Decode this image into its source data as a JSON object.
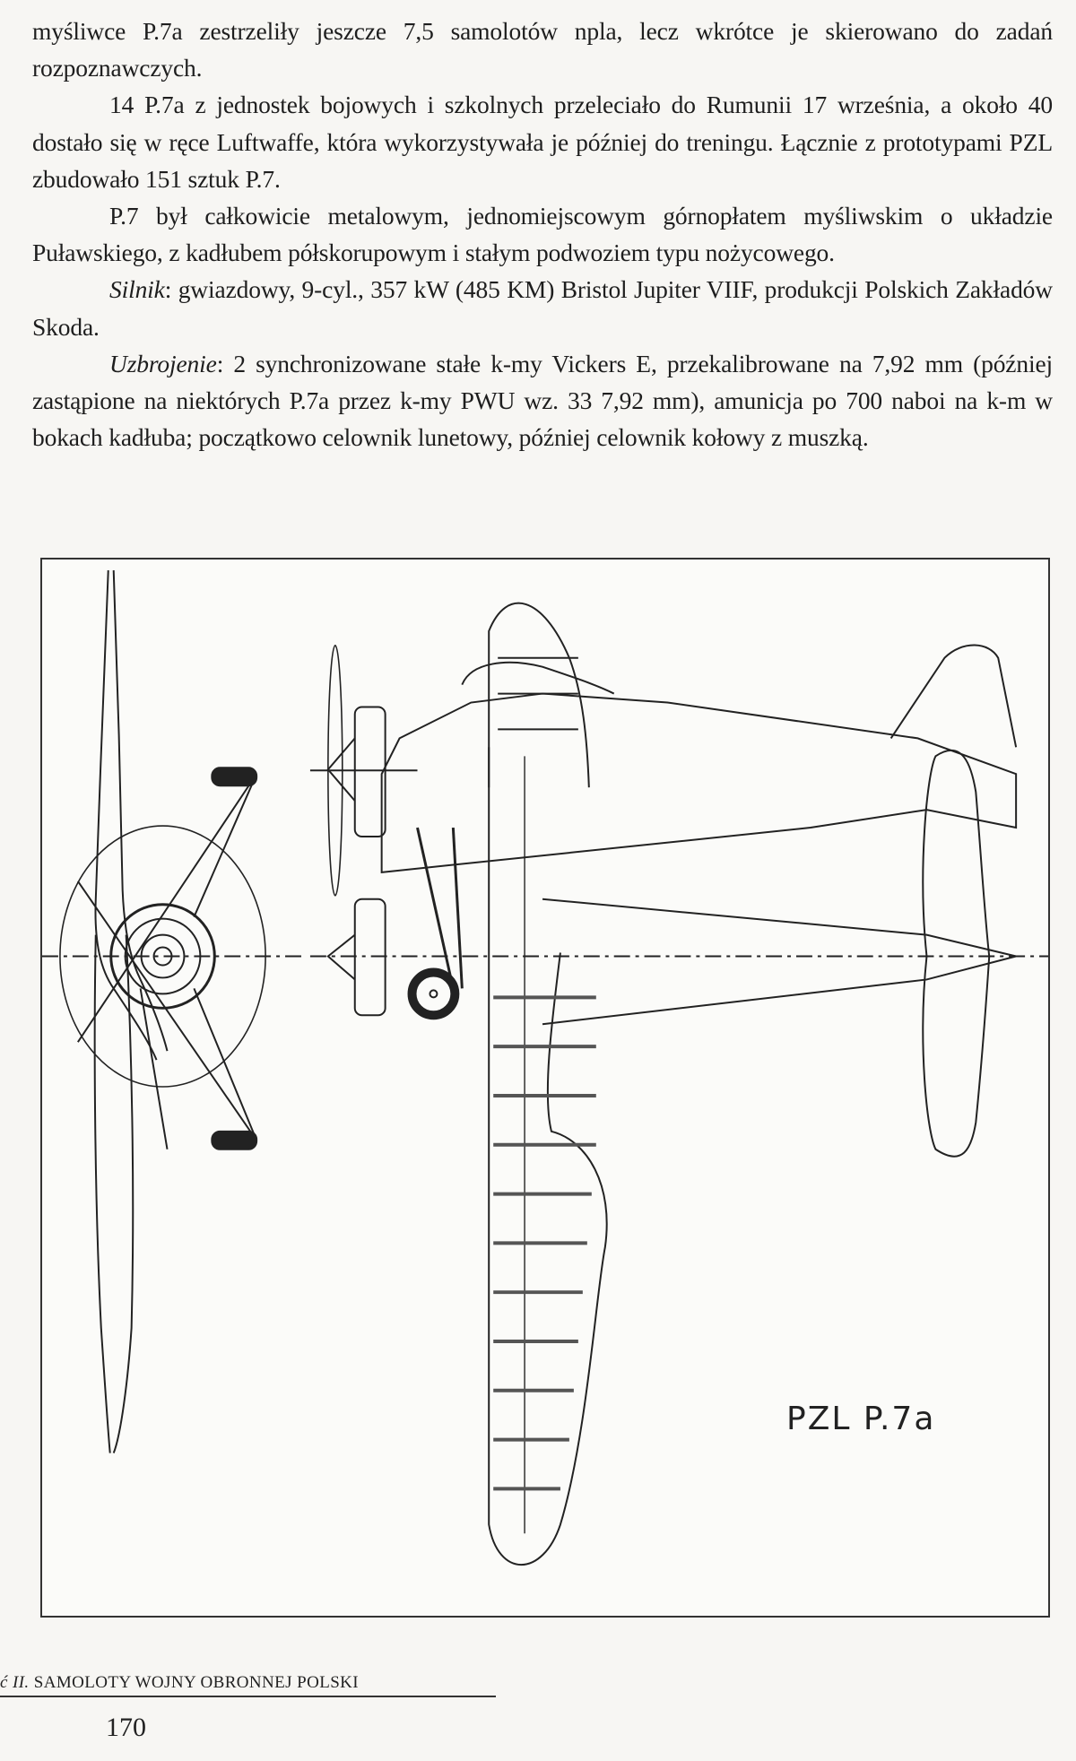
{
  "body": {
    "paragraphs": [
      {
        "text": "myśliwce P.7a zestrzeliły jeszcze 7,5 samolotów npla, lecz wkrótce je skierowano do zadań rozpoznawczych."
      },
      {
        "text": "14 P.7a z jednostek bojowych i szkolnych przeleciało do Rumunii 17 września, a około 40 dostało się w ręce Luftwaffe, która wykorzystywała je później do treningu. Łącznie z prototypami PZL zbudowało 151 sztuk P.7."
      },
      {
        "text": "P.7 był całkowicie metalowym, jednomiejscowym górnopłatem myśliwskim o układzie Puławskiego, z kadłubem półskorupowym i stałym podwoziem typu nożycowego."
      },
      {
        "label": "Silnik",
        "text": ": gwiazdowy, 9-cyl., 357 kW (485 KM) Bristol Jupiter VIIF, produkcji Polskich Zakładów Skoda."
      },
      {
        "label": "Uzbrojenie",
        "text": ": 2 synchronizowane stałe k-my Vickers E, przekalibrowane na 7,92 mm (później zastąpione na niektórych P.7a przez k-my PWU wz. 33  7,92 mm), amunicja po 700 naboi na k-m w bokach kadłuba; początkowo celownik lunetowy, później celownik kołowy z muszką."
      }
    ]
  },
  "figure": {
    "caption": "PZL P.7a",
    "views": [
      "front-view",
      "side-view",
      "top-view"
    ]
  },
  "footer": {
    "running_head_prefix": "ć II.",
    "running_head": " SAMOLOTY WOJNY OBRONNEJ POLSKI",
    "page_number": "170"
  }
}
